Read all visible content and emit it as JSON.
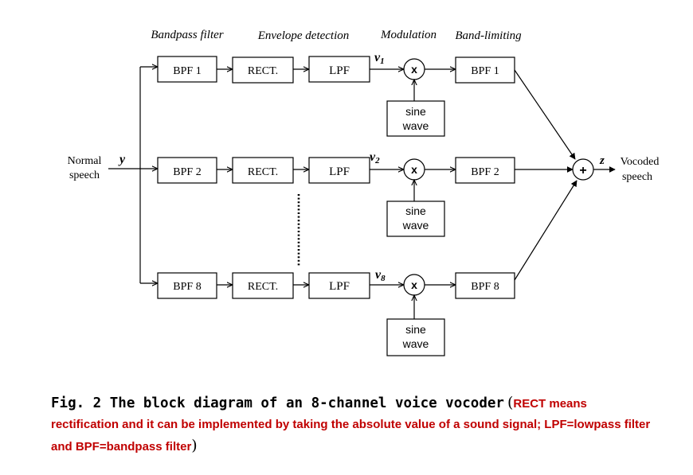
{
  "stages": {
    "bandpass": "Bandpass filter",
    "envelope": "Envelope detection",
    "modulation": "Modulation",
    "bandlimit": "Band-limiting"
  },
  "input": {
    "line1": "Normal",
    "line2": "speech",
    "symbol": "y"
  },
  "output": {
    "line1": "Vocoded",
    "line2": "speech",
    "symbol": "z"
  },
  "channels": [
    {
      "bpf": "BPF 1",
      "rect": "RECT.",
      "lpf": "LPF",
      "v_base": "v",
      "v_sub": "1",
      "mult": "x",
      "sine1": "sine",
      "sine2": "wave",
      "bpf_out": "BPF 1"
    },
    {
      "bpf": "BPF 2",
      "rect": "RECT.",
      "lpf": "LPF",
      "v_base": "v",
      "v_sub": "2",
      "mult": "x",
      "sine1": "sine",
      "sine2": "wave",
      "bpf_out": "BPF 2"
    },
    {
      "bpf": "BPF 8",
      "rect": "RECT.",
      "lpf": "LPF",
      "v_base": "v",
      "v_sub": "8",
      "mult": "x",
      "sine1": "sine",
      "sine2": "wave",
      "bpf_out": "BPF 8"
    }
  ],
  "summer": "+",
  "caption": {
    "main": "Fig. 2 The block diagram of an 8-channel voice vocoder",
    "open_paren": "(",
    "note": "RECT means rectification and it can be implemented by taking the absolute value of a sound signal; LPF=lowpass filter and BPF=bandpass filter",
    "close_paren": ")"
  }
}
